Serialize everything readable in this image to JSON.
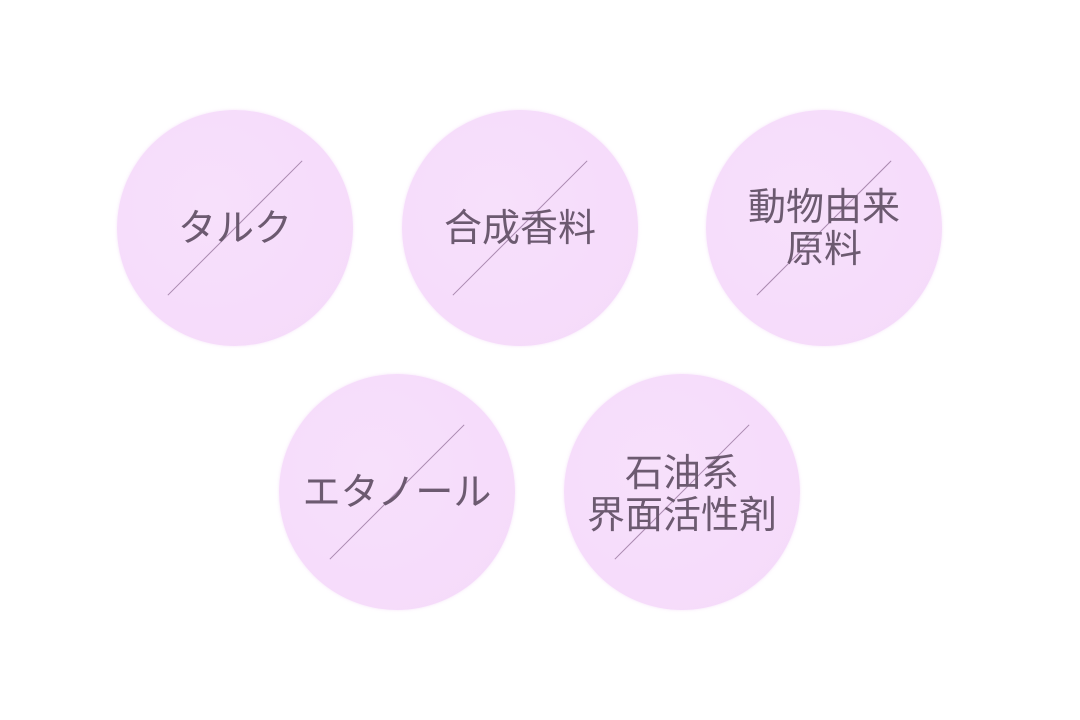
{
  "colors": {
    "background": "#ffffff",
    "circle_fill": "#f6dcfb",
    "text": "#6c5a70",
    "slash": "#9c7aa2"
  },
  "badges": [
    {
      "id": "talc",
      "lines": [
        "タルク"
      ],
      "icon": "prohibited-slash"
    },
    {
      "id": "synthetic-fragrance",
      "lines": [
        "合成香料"
      ],
      "icon": "prohibited-slash"
    },
    {
      "id": "animal-derived",
      "lines": [
        "動物由来",
        "原料"
      ],
      "icon": "prohibited-slash"
    },
    {
      "id": "ethanol",
      "lines": [
        "エタノール"
      ],
      "icon": "prohibited-slash"
    },
    {
      "id": "petroleum-surfactant",
      "lines": [
        "石油系",
        "界面活性剤"
      ],
      "icon": "prohibited-slash"
    }
  ]
}
